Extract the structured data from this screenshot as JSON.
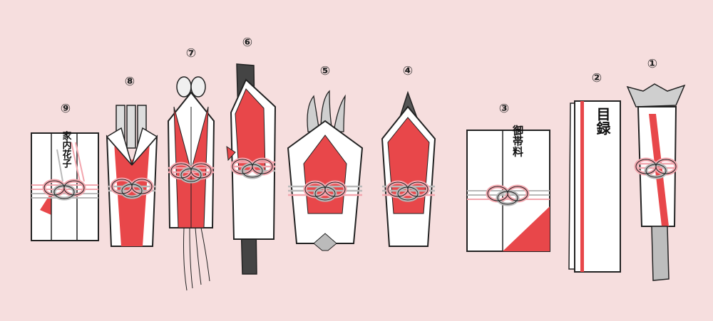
{
  "colors": {
    "background": "#f6dede",
    "paper": "#ffffff",
    "red": "#e8474a",
    "outline": "#222222",
    "cord_pink": "#f3a6ae",
    "cord_gray": "#b9b9b9",
    "dark_object": "#444444"
  },
  "items": [
    {
      "number": "⑨",
      "text": "家内花子"
    },
    {
      "number": "⑧",
      "text": ""
    },
    {
      "number": "⑦",
      "text": ""
    },
    {
      "number": "⑥",
      "text": ""
    },
    {
      "number": "⑤",
      "text": ""
    },
    {
      "number": "④",
      "text": ""
    },
    {
      "number": "③",
      "text": "御帯料"
    },
    {
      "number": "②",
      "text": "目録"
    },
    {
      "number": "①",
      "text": ""
    }
  ]
}
